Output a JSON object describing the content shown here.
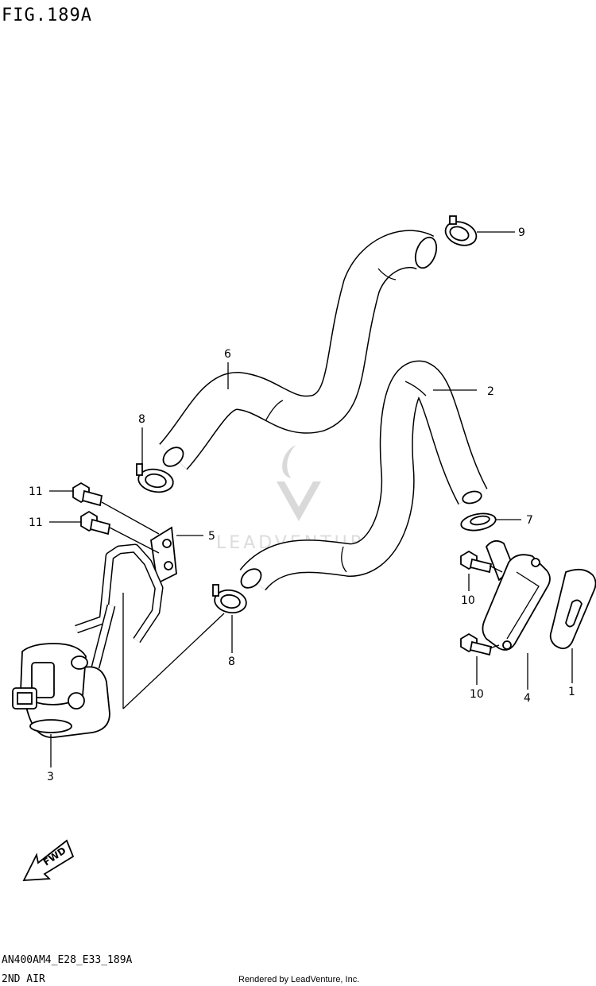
{
  "figure": {
    "title": "FIG.189A",
    "model_code": "AN400AM4_E28_E33_189A",
    "section_name": "2ND AIR",
    "credit": "Rendered by LeadVenture, Inc.",
    "watermark": "LEADVENTURE"
  },
  "fwd_label": "FWD",
  "callouts": [
    {
      "id": "c1",
      "label": "1"
    },
    {
      "id": "c2",
      "label": "2"
    },
    {
      "id": "c3",
      "label": "3"
    },
    {
      "id": "c4",
      "label": "4"
    },
    {
      "id": "c5",
      "label": "5"
    },
    {
      "id": "c6",
      "label": "6"
    },
    {
      "id": "c7",
      "label": "7"
    },
    {
      "id": "c8a",
      "label": "8"
    },
    {
      "id": "c8b",
      "label": "8"
    },
    {
      "id": "c9",
      "label": "9"
    },
    {
      "id": "c10a",
      "label": "10"
    },
    {
      "id": "c10b",
      "label": "10"
    },
    {
      "id": "c11a",
      "label": "11"
    },
    {
      "id": "c11b",
      "label": "11"
    }
  ]
}
